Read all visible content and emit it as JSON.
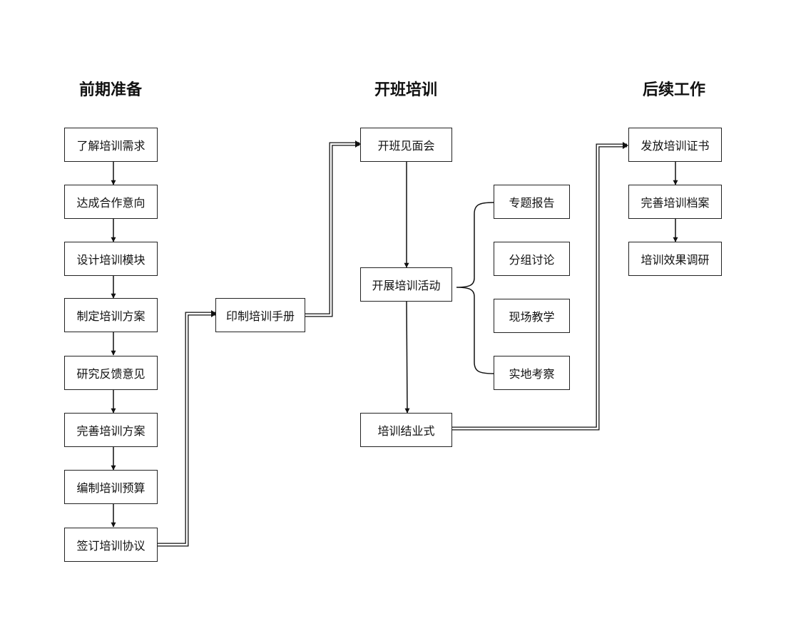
{
  "headings": {
    "prep": "前期准备",
    "training": "开班培训",
    "followup": "后续工作"
  },
  "prep_steps": [
    "了解培训需求",
    "达成合作意向",
    "设计培训模块",
    "制定培训方案",
    "研究反馈意见",
    "完善培训方案",
    "编制培训预算",
    "签订培训协议"
  ],
  "handbook": "印制培训手册",
  "training_steps": {
    "opening": "开班见面会",
    "activities": "开展培训活动",
    "closing": "培训结业式"
  },
  "activity_items": [
    "专题报告",
    "分组讨论",
    "现场教学",
    "实地考察"
  ],
  "followup_steps": [
    "发放培训证书",
    "完善培训档案",
    "培训效果调研"
  ]
}
